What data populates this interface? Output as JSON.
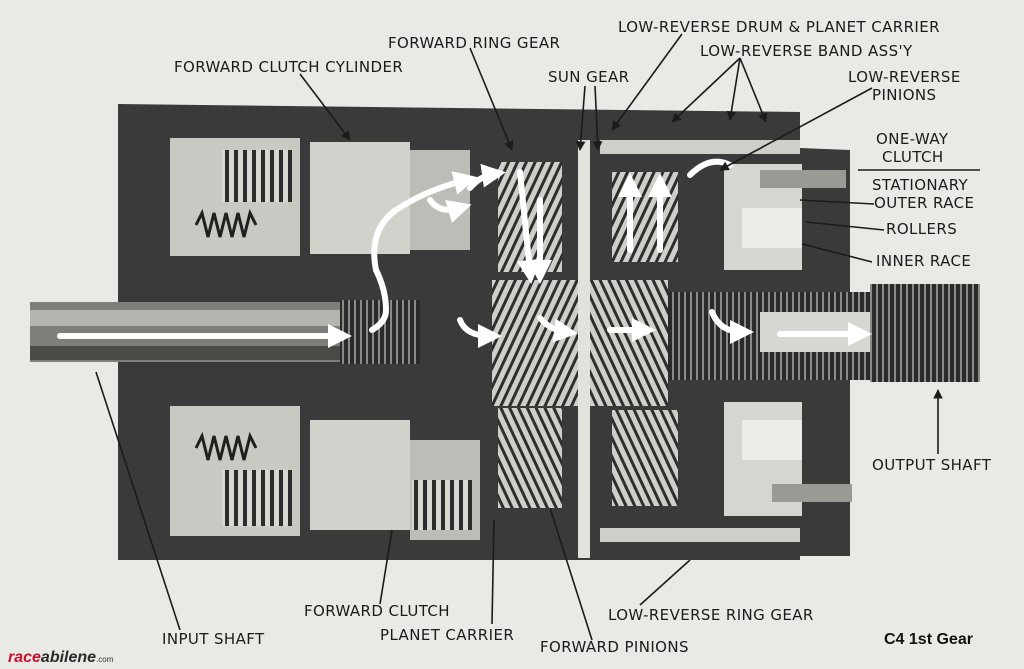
{
  "labels": {
    "forward_ring_gear": "FORWARD RING GEAR",
    "forward_clutch_cylinder": "FORWARD CLUTCH CYLINDER",
    "sun_gear": "SUN GEAR",
    "low_reverse_drum": "LOW-REVERSE DRUM & PLANET CARRIER",
    "low_reverse_band": "LOW-REVERSE BAND ASS'Y",
    "low_reverse": "LOW-REVERSE",
    "pinions": "PINIONS",
    "one_way": "ONE-WAY",
    "clutch": "CLUTCH",
    "stationary": "STATIONARY",
    "outer_race": "OUTER RACE",
    "rollers": "ROLLERS",
    "inner_race": "INNER RACE",
    "output_shaft": "OUTPUT SHAFT",
    "forward_clutch": "FORWARD CLUTCH",
    "planet_carrier": "PLANET CARRIER",
    "forward_pinions": "FORWARD PINIONS",
    "low_reverse_ring_gear": "LOW-REVERSE RING GEAR",
    "input_shaft": "INPUT SHAFT"
  },
  "caption": "C4 1st Gear",
  "watermark": {
    "part1": "race",
    "part2": "abilene",
    "suffix": ".com"
  },
  "colors": {
    "paper": "#e9e9e6",
    "housing": "#3a3a3a",
    "flow_arrow": "#ffffff",
    "brand_red": "#c8102e"
  }
}
